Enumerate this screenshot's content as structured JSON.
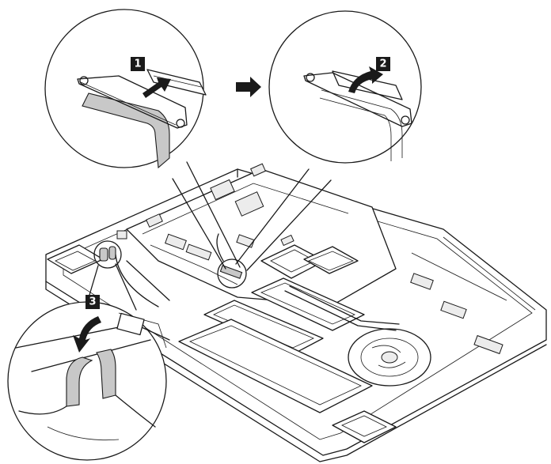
{
  "steps": [
    {
      "number": "1"
    },
    {
      "number": "2"
    },
    {
      "number": "3"
    }
  ],
  "colors": {
    "line": "#1a1a1a",
    "tape": "#c8c8c8",
    "badge": "#1a1a1a"
  },
  "icons": {
    "sequence_arrow": "right-arrow-icon",
    "step1_direction": "push-arrow-icon",
    "step2_direction": "curved-lift-arrow-icon",
    "step3_direction": "curved-down-arrow-icon"
  }
}
